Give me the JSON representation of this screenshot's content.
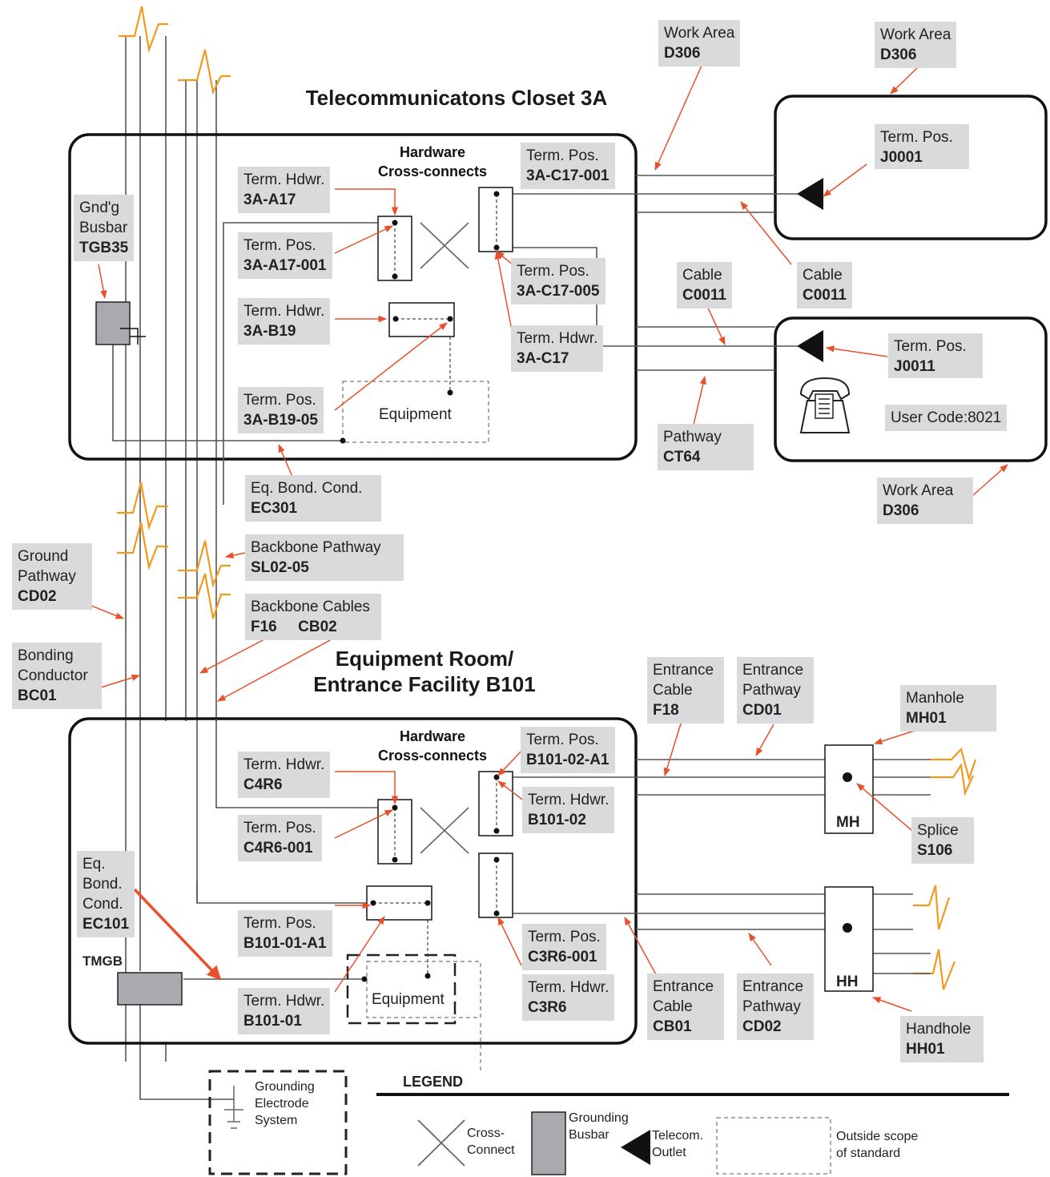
{
  "titles": {
    "closet": "Telecommunicatons Closet  3A",
    "equip_line1": "Equipment Room/",
    "equip_line2": "Entrance Facility  B101",
    "hw_cc_line1": "Hardware",
    "hw_cc_line2": "Cross-connects",
    "equipment": "Equipment",
    "mh": "MH",
    "hh": "HH",
    "tmgb": "TMGB",
    "user_code": "User Code:8021"
  },
  "labels": {
    "work_area_top1": {
      "l1": "Work Area",
      "l2": "D306"
    },
    "work_area_top2": {
      "l1": "Work Area",
      "l2": "D306"
    },
    "term_pos_j0001": {
      "l1": "Term. Pos.",
      "l2": "J0001"
    },
    "term_pos_3a_c17_001": {
      "l1": "Term. Pos.",
      "l2": "3A-C17-001"
    },
    "term_hdwr_3a_a17": {
      "l1": "Term. Hdwr.",
      "l2": "3A-A17"
    },
    "gndg_busbar": {
      "l1": "Gnd'g",
      "l2": "Busbar",
      "l3": "TGB35"
    },
    "term_pos_3a_a17_001": {
      "l1": "Term. Pos.",
      "l2": "3A-A17-001"
    },
    "term_pos_3a_c17_005": {
      "l1": "Term. Pos.",
      "l2": "3A-C17-005"
    },
    "cable_c0011_a": {
      "l1": "Cable",
      "l2": "C0011"
    },
    "cable_c0011_b": {
      "l1": "Cable",
      "l2": "C0011"
    },
    "term_hdwr_3a_b19": {
      "l1": "Term. Hdwr.",
      "l2": "3A-B19"
    },
    "term_hdwr_3a_c17": {
      "l1": "Term. Hdwr.",
      "l2": "3A-C17"
    },
    "term_pos_j0011": {
      "l1": "Term. Pos.",
      "l2": "J0011"
    },
    "term_pos_3a_b19_05": {
      "l1": "Term. Pos.",
      "l2": "3A-B19-05"
    },
    "pathway_ct64": {
      "l1": "Pathway",
      "l2": "CT64"
    },
    "work_area_bottom": {
      "l1": "Work Area",
      "l2": "D306"
    },
    "eq_bond_ec301": {
      "l1": "Eq. Bond. Cond.",
      "l2": "EC301"
    },
    "ground_pathway": {
      "l1": "Ground",
      "l2": "Pathway",
      "l3": "CD02"
    },
    "backbone_pathway": {
      "l1": "Backbone Pathway",
      "l2": "SL02-05"
    },
    "backbone_cables": {
      "l1": "Backbone Cables",
      "l2": "F16     CB02"
    },
    "bonding_conductor": {
      "l1": "Bonding",
      "l2": "Conductor",
      "l3": "BC01"
    },
    "entrance_cable_f18": {
      "l1": "Entrance",
      "l2": "Cable",
      "l3": "F18"
    },
    "entrance_pathway_cd01": {
      "l1": "Entrance",
      "l2": "Pathway",
      "l3": "CD01"
    },
    "manhole": {
      "l1": "Manhole",
      "l2": "MH01"
    },
    "term_pos_b101_02_a1": {
      "l1": "Term. Pos.",
      "l2": "B101-02-A1"
    },
    "term_hdwr_c4r6": {
      "l1": "Term. Hdwr.",
      "l2": "C4R6"
    },
    "term_hdwr_b101_02": {
      "l1": "Term. Hdwr.",
      "l2": "B101-02"
    },
    "term_pos_c4r6_001": {
      "l1": "Term. Pos.",
      "l2": "C4R6-001"
    },
    "splice": {
      "l1": "Splice",
      "l2": "S106"
    },
    "eq_bond_ec101": {
      "l1": "Eq.",
      "l2": "Bond.",
      "l3": "Cond.",
      "l4": "EC101"
    },
    "term_pos_b101_01_a1": {
      "l1": "Term. Pos.",
      "l2": "B101-01-A1"
    },
    "term_pos_c3r6_001": {
      "l1": "Term. Pos.",
      "l2": "C3R6-001"
    },
    "term_hdwr_c3r6": {
      "l1": "Term. Hdwr.",
      "l2": "C3R6"
    },
    "entrance_cable_cb01": {
      "l1": "Entrance",
      "l2": "Cable",
      "l3": "CB01"
    },
    "entrance_pathway_cd02": {
      "l1": "Entrance",
      "l2": "Pathway",
      "l3": "CD02"
    },
    "term_hdwr_b101_01": {
      "l1": "Term. Hdwr.",
      "l2": "B101-01"
    },
    "handhole": {
      "l1": "Handhole",
      "l2": "HH01"
    }
  },
  "grounding_electrode": {
    "l1": "Grounding",
    "l2": "Electrode",
    "l3": "System"
  },
  "legend": {
    "title": "LEGEND",
    "cross_connect": {
      "l1": "Cross-",
      "l2": "Connect"
    },
    "grounding_busbar": {
      "l1": "Grounding",
      "l2": "Busbar"
    },
    "telecom_outlet": {
      "l1": "Telecom.",
      "l2": "Outlet"
    },
    "outside_scope": {
      "l1": "Outside scope",
      "l2": "of standard"
    }
  },
  "colors": {
    "arrow": "#e8502a",
    "spark": "#f39a1e",
    "label_bg": "#d9dadb",
    "busbar": "#a8aaad"
  }
}
